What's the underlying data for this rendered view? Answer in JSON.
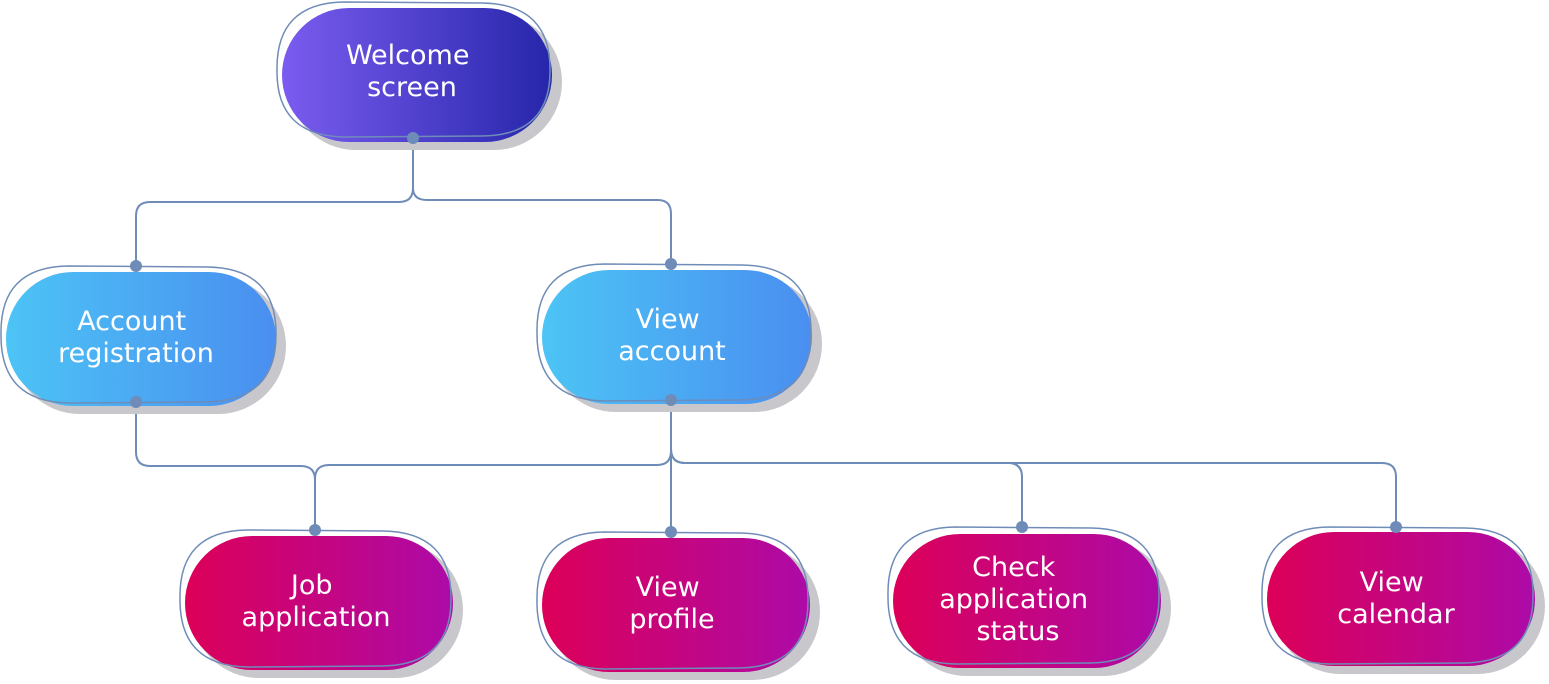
{
  "diagram": {
    "nodes": {
      "welcome": {
        "lines": [
          "Welcome",
          "screen"
        ]
      },
      "account_registration": {
        "lines": [
          "Account",
          "registration"
        ]
      },
      "view_account": {
        "lines": [
          "View",
          "account"
        ]
      },
      "job_application": {
        "lines": [
          "Job",
          "application"
        ]
      },
      "view_profile": {
        "lines": [
          "View",
          "profile"
        ]
      },
      "check_status": {
        "lines": [
          "Check",
          "application",
          "status"
        ]
      },
      "view_calendar": {
        "lines": [
          "View",
          "calendar"
        ]
      }
    },
    "edges": [
      [
        "welcome",
        "account_registration"
      ],
      [
        "welcome",
        "view_account"
      ],
      [
        "account_registration",
        "job_application"
      ],
      [
        "view_account",
        "job_application"
      ],
      [
        "view_account",
        "view_profile"
      ],
      [
        "view_account",
        "check_status"
      ],
      [
        "view_account",
        "view_calendar"
      ]
    ]
  },
  "colors": {
    "level1": [
      "#7b5cf0",
      "#2626aa"
    ],
    "level2": [
      "#4cc4f5",
      "#4a8ef0"
    ],
    "level3": [
      "#dc0058",
      "#ad0aa8"
    ],
    "connector": "#6f8cb8",
    "shadow": "#c8c8cc",
    "label": "#ffffff"
  }
}
